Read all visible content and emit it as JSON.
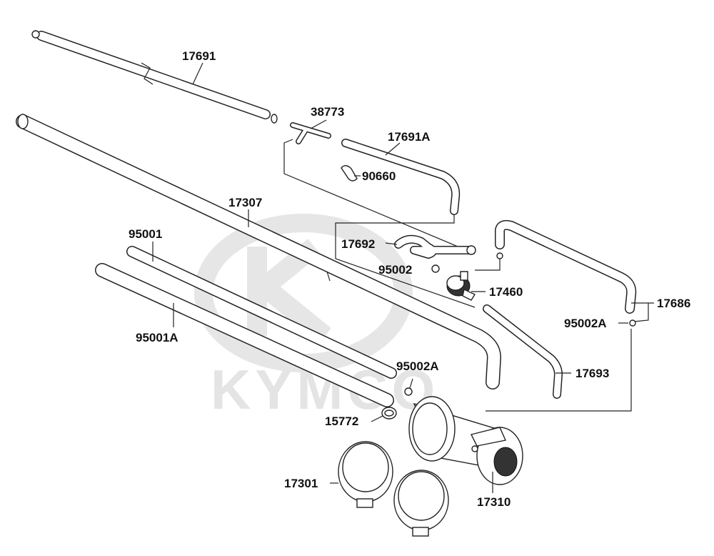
{
  "watermark": {
    "brand": "KYMCO",
    "logo": "kymco-logo"
  },
  "labels": {
    "p17691": "17691",
    "p38773": "38773",
    "p17691a": "17691A",
    "p90660": "90660",
    "p17307": "17307",
    "p95001": "95001",
    "p17692": "17692",
    "p95002": "95002",
    "p17460": "17460",
    "p17686": "17686",
    "p95002a_right": "95002A",
    "p95001a": "95001A",
    "p95002a_mid": "95002A",
    "p17693": "17693",
    "p15772": "15772",
    "p17301": "17301",
    "p17310": "17310"
  },
  "colors": {
    "line": "#222222",
    "watermark": "#e4e4e4"
  }
}
